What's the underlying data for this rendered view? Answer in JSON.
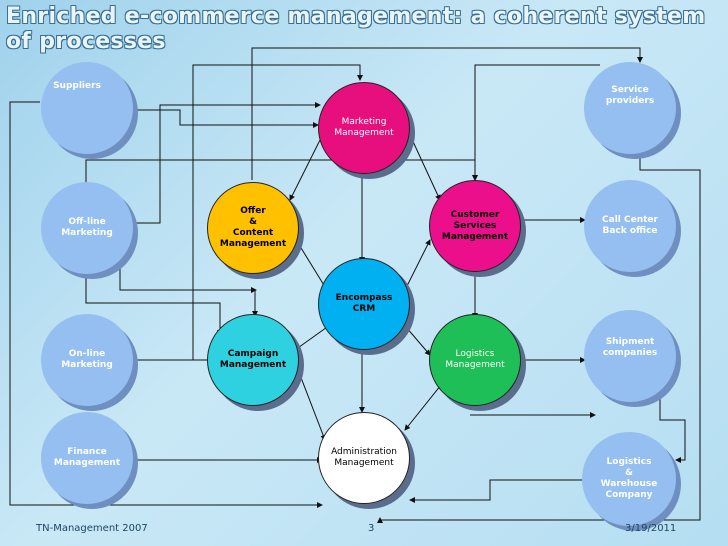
{
  "title": "Enriched e-commerce management: a coherent system of processes",
  "nodes": {
    "suppliers": "Suppliers",
    "offline": "Off-line\nMarketing",
    "online": "On-line\nMarketing",
    "finance": "Finance\nManagement",
    "marketing": "Marketing\nManagement",
    "offer": "Offer\n&\nContent\nManagement",
    "campaign": "Campaign\nManagement",
    "crm": "Encompass\nCRM",
    "admin": "Administration\nManagement",
    "customer": "Customer\nServices\nManagement",
    "logistics": "Logistics\nManagement",
    "service": "Service\nproviders",
    "callcenter": "Call Center\nBack office",
    "shipment": "Shipment\ncompanies",
    "warehouse": "Logistics\n&\nWarehouse\nCompany"
  },
  "colors": {
    "side": "#94bff0",
    "marketing": "#e60f7d",
    "offer": "#ffc000",
    "campaign": "#2ed1e0",
    "crm": "#00b0f0",
    "admin": "#ffffff",
    "customer": "#ec0f8c",
    "logistics": "#1fbf57"
  },
  "footer": {
    "left": "TN-Management 2007",
    "page": "3",
    "date": "3/19/2011"
  }
}
